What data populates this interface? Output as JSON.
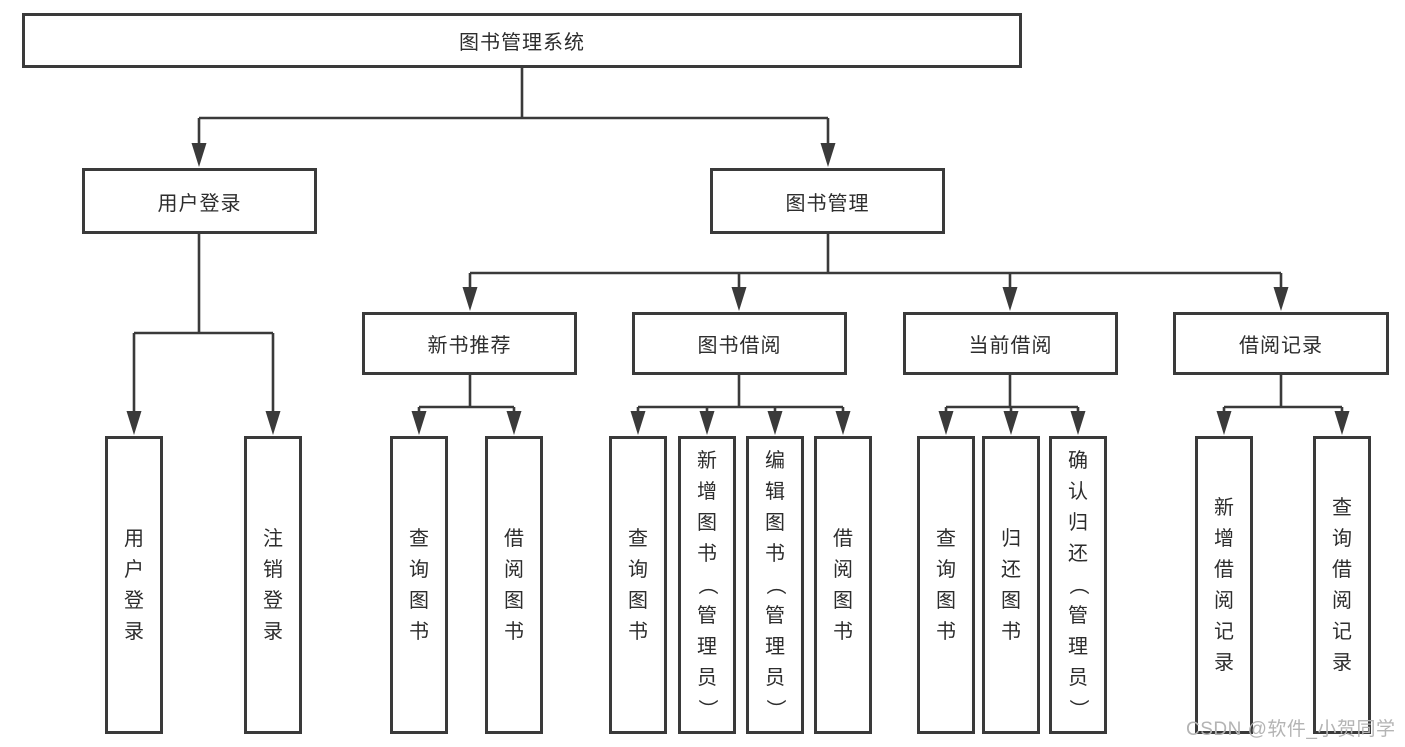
{
  "diagram": {
    "root_label": "图书管理系统",
    "level2": [
      "用户登录",
      "图书管理"
    ],
    "level3": [
      "新书推荐",
      "图书借阅",
      "当前借阅",
      "借阅记录"
    ],
    "leaves": [
      "用户登录",
      "注销登录",
      "查询图书",
      "借阅图书",
      "查询图书",
      "新增图书（管理员）",
      "编辑图书（管理员）",
      "借阅图书",
      "查询图书",
      "归还图书",
      "确认归还（管理员）",
      "新增借阅记录",
      "查询借阅记录"
    ]
  },
  "watermark": "CSDN @软件_小贺同学",
  "colors": {
    "line": "#3a3a3a",
    "text": "#2d2d2d",
    "watermark": "#b4b4b4",
    "background": "#ffffff"
  }
}
